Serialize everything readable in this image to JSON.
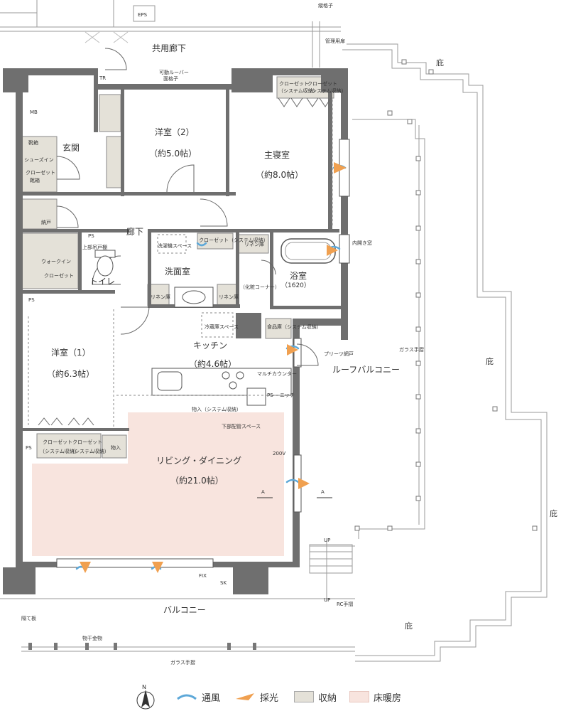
{
  "colors": {
    "wall": "#6f6f6f",
    "wall_dark": "#5a5a5a",
    "storage": "#e4e1d8",
    "floor_heating": "#f8e4de",
    "wind": "#5da8d8",
    "light": "#f0a050",
    "line": "#8a8a8a"
  },
  "rooms": {
    "common_corridor": "共用廊下",
    "western_room_2": "洋室（2）",
    "western_room_2_size": "（約5.0帖）",
    "master_bedroom": "主寝室",
    "master_bedroom_size": "（約8.0帖）",
    "entrance": "玄関",
    "corridor": "廊下",
    "washroom": "洗面室",
    "bathroom": "浴室",
    "bathroom_size": "（1620）",
    "toilet": "トイレ",
    "kitchen": "キッチン",
    "kitchen_size": "（約4.6帖）",
    "western_room_1": "洋室（1）",
    "western_room_1_size": "（約6.3帖）",
    "living_dining": "リビング・ダイニング",
    "living_dining_size": "（約21.0帖）",
    "roof_balcony": "ルーフバルコニー",
    "balcony": "バルコニー"
  },
  "labels": {
    "eps": "EPS",
    "lattice_top": "縦格子",
    "management_door": "管理用扉",
    "tr": "TR",
    "movable_louver": "可動ルーバー",
    "louver_lattice": "面格子",
    "closet_system": "クローゼット（システム収納）",
    "closet": "クローゼット",
    "system_storage": "（システム収納）",
    "mb": "MB",
    "shoe_box": "靴箱",
    "shoe_in": "シューズイン",
    "storage_room": "納戸",
    "walk_in_1": "ウォークイン",
    "walk_in_2": "クローゼット",
    "ps": "PS",
    "linen": "リネン庫",
    "washer_space": "洗濯機スペース",
    "fridge_space": "冷蔵庫スペース",
    "pantry": "食品庫（システム収納）",
    "pleated_screen": "プリーツ網戸",
    "multi_counter": "マルチカウンター",
    "niche": "ニッチ",
    "storage_system": "物入（システム収納）",
    "pipe_space": "下部配管スペース",
    "storage": "物入",
    "glass_rail": "ガラス手摺",
    "eaves": "庇",
    "up": "UP",
    "rc_rail": "RC手摺",
    "fix": "FIX",
    "sk": "SK",
    "partition": "隔て板",
    "drying_rack": "物干金物",
    "inner_door": "内開き窓",
    "vanity": "（化粧コーナー）",
    "upper_cabinet": "上部吊戸棚",
    "volt_200": "200V",
    "a_mark": "A"
  },
  "legend": {
    "north": "N",
    "wind": "通風",
    "light": "採光",
    "storage": "収納",
    "floor_heating": "床暖房"
  }
}
